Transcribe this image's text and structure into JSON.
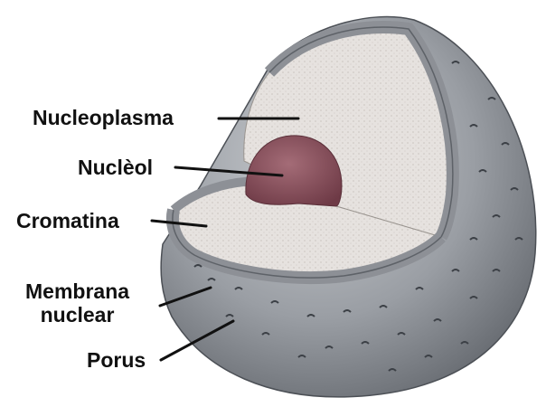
{
  "labels": {
    "nucleoplasma": "Nucleoplasma",
    "nucleol": "Nuclèol",
    "cromatina": "Cromatina",
    "membrana_line1": "Membrana",
    "membrana_line2": "nuclear",
    "porus": "Porus"
  },
  "colors": {
    "membrane": "#8f9399",
    "membrane_dark": "#5e6268",
    "nucleoplasm": "#e3dfdc",
    "nucleolus": "#8a4f5c",
    "pore": "#3c4046"
  }
}
